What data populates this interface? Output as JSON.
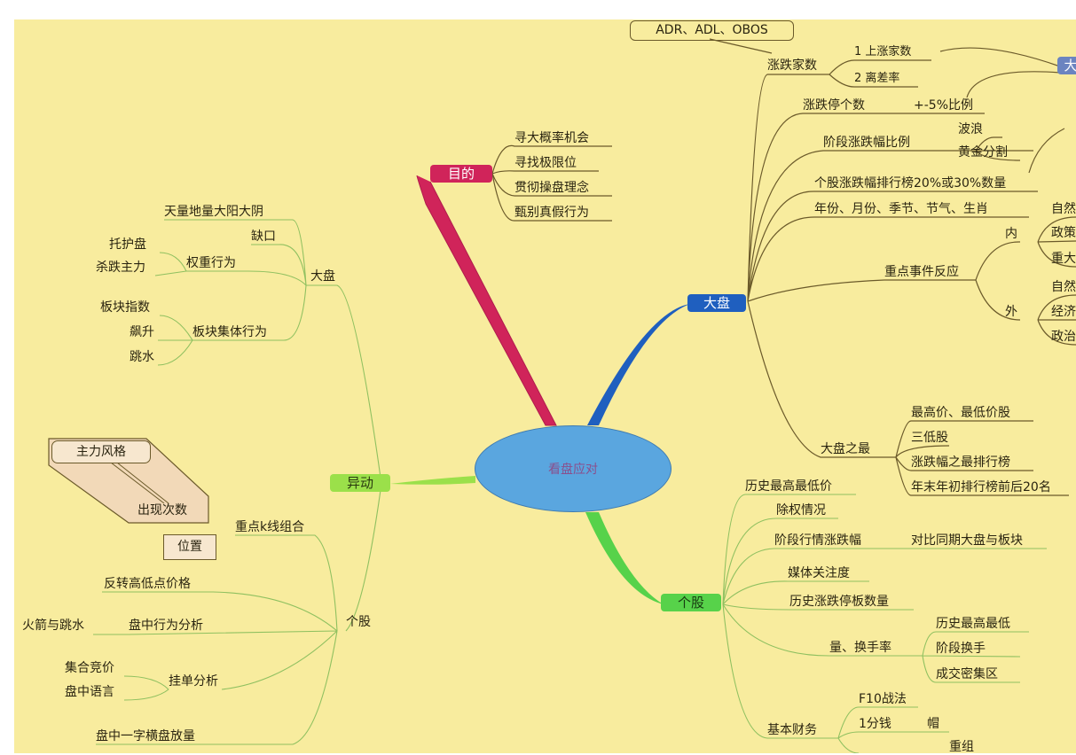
{
  "colors": {
    "background": "#f8ec9e",
    "purpose": "#d0245a",
    "market": "#1f5fbf",
    "stock": "#57d24a",
    "anomaly": "#9be04a",
    "center": "#5aa6df"
  },
  "center": {
    "label": "看盘应对"
  },
  "purpose": {
    "label": "目的",
    "items": [
      "寻大概率机会",
      "寻找极限位",
      "贯彻操盘理念",
      "甄别真假行为"
    ]
  },
  "market": {
    "label": "大盘",
    "adv_dec": {
      "label": "涨跌家数",
      "note": "ADR、ADL、OBOS",
      "items": [
        "1 上涨家数",
        "2 离差率"
      ]
    },
    "limit": {
      "label": "涨跌停个数",
      "sub": "+-5%比例"
    },
    "stage": {
      "label": "阶段涨跌幅比例",
      "items": [
        "波浪",
        "黄金分割"
      ]
    },
    "ranking": "个股涨跌幅排行榜20%或30%数量",
    "calendar": {
      "label": "年份、月份、季节、节气、生肖",
      "sub": "自然"
    },
    "events": {
      "label": "重点事件反应",
      "inner": {
        "label": "内",
        "items": [
          "政策",
          "重大"
        ]
      },
      "outer": {
        "label": "外",
        "items": [
          "自然",
          "经济",
          "政治"
        ]
      }
    },
    "extremes": {
      "label": "大盘之最",
      "items": [
        "最高价、最低价股",
        "三低股",
        "涨跌幅之最排行榜",
        "年末年初排行榜前后20名"
      ]
    },
    "edge_node": "大"
  },
  "stock": {
    "label": "个股",
    "items": [
      "历史最高最低价",
      "除权情况",
      "阶段行情涨跌幅",
      "媒体关注度",
      "历史涨跌停板数量"
    ],
    "compare": "对比同期大盘与板块",
    "volume": {
      "label": "量、换手率",
      "items": [
        "历史最高最低",
        "阶段换手",
        "成交密集区"
      ]
    },
    "finance": {
      "label": "基本财务",
      "items": [
        "F10战法",
        "1分钱",
        "帽",
        "重组"
      ]
    }
  },
  "anomaly": {
    "label": "异动",
    "market": {
      "label": "大盘",
      "items": [
        "天量地量大阳大阴",
        "缺口"
      ],
      "weight": {
        "label": "权重行为",
        "items": [
          "托护盘",
          "杀跌主力"
        ]
      },
      "sector": {
        "label": "板块集体行为",
        "items": [
          "板块指数",
          "飙升",
          "跳水"
        ]
      }
    },
    "stock": {
      "label": "个股",
      "kline": {
        "label": "重点k线组合",
        "callout": "主力风格",
        "count": "出现次数",
        "position": "位置"
      },
      "reversal": "反转高低点价格",
      "intraday": {
        "label": "盘中行为分析",
        "sub": "火箭与跳水"
      },
      "orders": {
        "label": "挂单分析",
        "items": [
          "集合竞价",
          "盘中语言"
        ]
      },
      "flat": "盘中一字横盘放量"
    }
  }
}
